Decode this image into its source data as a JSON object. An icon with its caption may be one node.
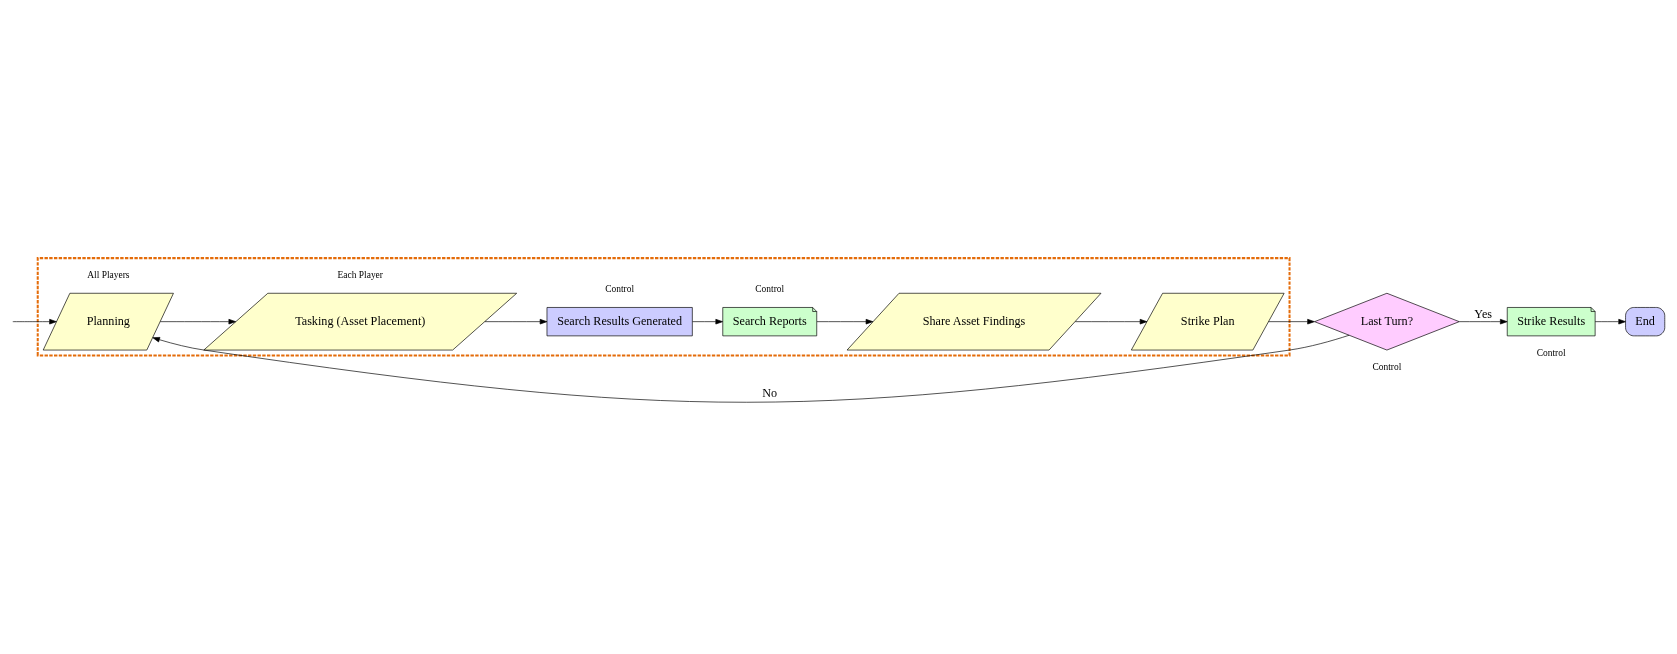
{
  "diagram": {
    "nodes": [
      {
        "text": [],
        "shape": "box"
      },
      {
        "text": [
          "Planning"
        ],
        "beside": [
          "All Players"
        ],
        "in": 0
      },
      {
        "text": [
          "Tasking (Asset Placement)"
        ],
        "beside": [
          "Each Player"
        ],
        "in": 0
      },
      {
        "text": [
          "Search Results Generated"
        ],
        "beside": [
          "Control"
        ],
        "in": 0
      },
      {
        "text": [
          "Search Reports"
        ],
        "beside": [
          "Control"
        ],
        "in": 0
      },
      {
        "text": [
          "Share Asset Findings"
        ],
        "in": 0
      },
      {
        "text": [
          "Strike Plan"
        ],
        "in": 0
      },
      {
        "text": [
          "Last Turn?"
        ],
        "beside": [
          "Control"
        ]
      },
      {
        "text": [
          "Strike Results"
        ],
        "beside": [
          "Control"
        ]
      },
      {
        "text": [
          "End"
        ]
      }
    ],
    "edges": [
      {
        "from": null,
        "to": 1,
        "arrow": "to"
      },
      {
        "from": 1,
        "to": 2,
        "arrow": "to"
      },
      {
        "from": 2,
        "to": 3,
        "arrow": "to"
      },
      {
        "from": 3,
        "to": 4,
        "arrow": "to"
      },
      {
        "from": 4,
        "to": 5,
        "arrow": "to"
      },
      {
        "from": 5,
        "to": 6,
        "arrow": "to"
      },
      {
        "from": 6,
        "to": 7,
        "arrow": "to"
      },
      {
        "from": 7,
        "to": 1,
        "label": "No",
        "arrow": "to"
      },
      {
        "from": 7,
        "to": 8,
        "label": "Yes",
        "arrow": "to"
      },
      {
        "from": 8,
        "to": 9,
        "arrow": "to"
      }
    ]
  }
}
